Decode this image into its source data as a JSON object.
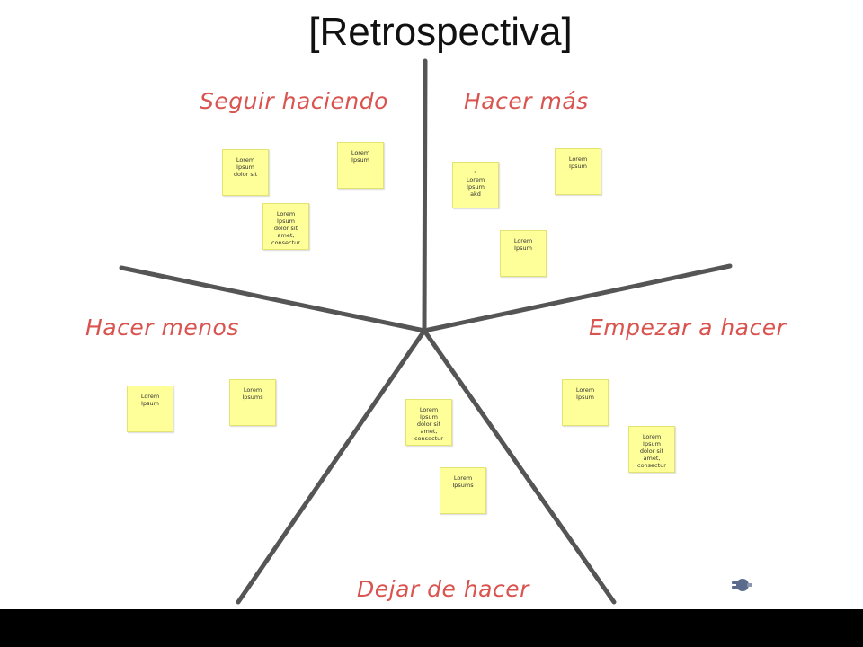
{
  "title": "[Retrospectiva]",
  "colors": {
    "label": "#d9534f",
    "note": "#ffff99",
    "divider": "#555555",
    "footer": "#000000"
  },
  "sections": {
    "seguir": "Seguir haciendo",
    "mas": "Hacer más",
    "menos": "Hacer menos",
    "empezar": "Empezar a hacer",
    "dejar": "Dejar de hacer"
  },
  "notes": {
    "s1": "Lorem Ipsum\ndolor sit",
    "s2": "Lorem Ipsum",
    "s3": "Lorem Ipsum\ndolor sit\namet,\nconsectur",
    "m1": "4\nLorem Ipsum\nakd",
    "m2": "Lorem Ipsum",
    "m3": "Lorem Ipsum",
    "h1": "Lorem Ipsum",
    "h2": "Lorem\nIpsums",
    "d1": "Lorem Ipsum\ndolor sit\namet,\nconsectur",
    "d2": "Lorem\nIpsums",
    "e1": "Lorem Ipsum",
    "e2": "Lorem Ipsum\ndolor sit\namet,\nconsectur"
  },
  "icons": {
    "corner": "connector-plug-icon"
  }
}
